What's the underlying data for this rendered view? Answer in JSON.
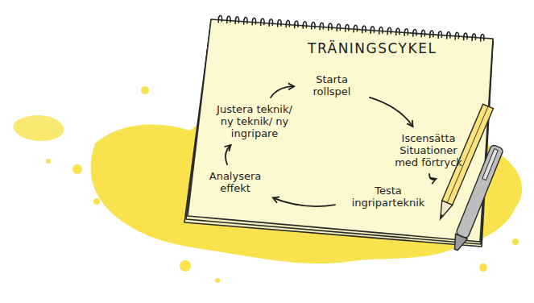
{
  "diagram": {
    "title": "TRÄNINGSCYKEL",
    "nodes": [
      {
        "text": [
          "Starta rollspel"
        ]
      },
      {
        "text": [
          "Iscensätta Situationer med förtryck"
        ]
      },
      {
        "text": [
          "Testa ingriparteknik"
        ]
      },
      {
        "text": [
          "Analysera effekt"
        ]
      },
      {
        "text": [
          "Justera teknik/ ny teknik/ ny ingripare"
        ]
      }
    ],
    "edges": [
      {
        "from": 0,
        "to": 1,
        "arrow": "to"
      },
      {
        "from": 1,
        "to": 2,
        "arrow": "to"
      },
      {
        "from": 2,
        "to": 3,
        "arrow": "to"
      },
      {
        "from": 3,
        "to": 4,
        "arrow": "to"
      },
      {
        "from": 4,
        "to": 0,
        "arrow": "to"
      }
    ]
  }
}
